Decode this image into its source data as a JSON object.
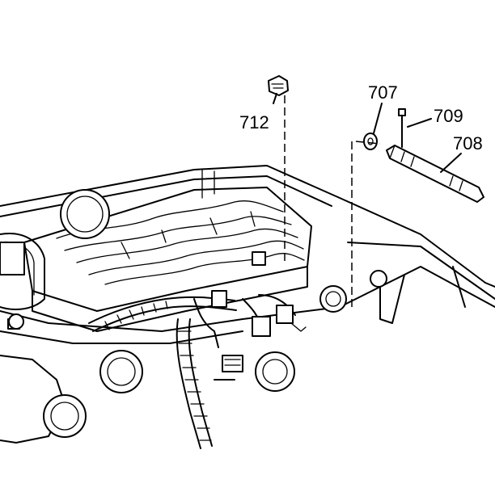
{
  "callouts": [
    {
      "id": "712",
      "text": "712"
    },
    {
      "id": "707",
      "text": "707"
    },
    {
      "id": "709",
      "text": "709"
    },
    {
      "id": "708",
      "text": "708"
    }
  ],
  "colors": {
    "ink": "#000000",
    "paper": "#ffffff"
  }
}
